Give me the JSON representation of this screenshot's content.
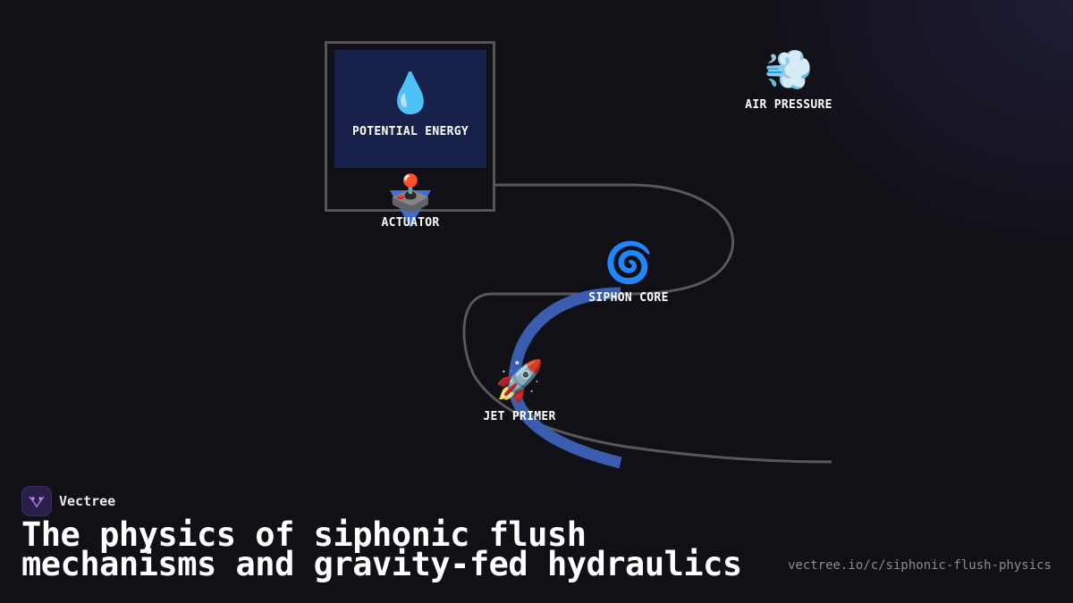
{
  "nodes": {
    "potential_energy": {
      "label": "POTENTIAL ENERGY",
      "icon": "💧"
    },
    "actuator": {
      "label": "ACTUATOR",
      "icon": "🕹️"
    },
    "air_pressure": {
      "label": "AIR PRESSURE",
      "icon": "💨"
    },
    "siphon_core": {
      "label": "SIPHON CORE",
      "icon": "🌀"
    },
    "jet_primer": {
      "label": "JET PRIMER",
      "icon": "🚀"
    }
  },
  "brand": {
    "name": "Vectree"
  },
  "headline": {
    "line1": "The physics of siphonic flush",
    "line2": "mechanisms and gravity-fed hydraulics"
  },
  "url": "vectree.io/c/siphonic-flush-physics",
  "colors": {
    "background": "#111016",
    "panel": "#17214a",
    "flow_blue": "#3a5db0",
    "connector": "#5a5a5e",
    "frame": "#555559"
  }
}
